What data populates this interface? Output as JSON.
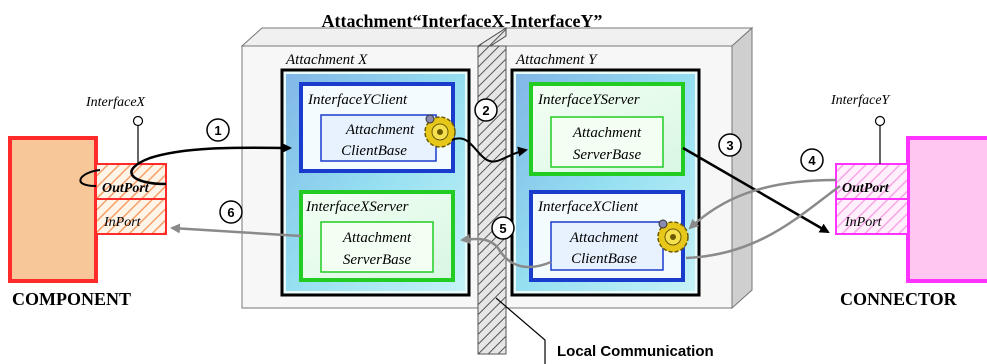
{
  "title": "Attachment“InterfaceX-InterfaceY”",
  "component_label": "COMPONENT",
  "connector_label": "CONNECTOR",
  "attachment_x_label": "Attachment X",
  "attachment_y_label": "Attachment Y",
  "interface_x_label": "InterfaceX",
  "interface_y_label": "InterfaceY",
  "component_ports": {
    "out": "OutPort",
    "in": "InPort"
  },
  "connector_ports": {
    "out": "OutPort",
    "in": "InPort"
  },
  "x_top_box": {
    "title": "InterfaceYClient",
    "inner_line1": "Attachment",
    "inner_line2": "ClientBase"
  },
  "x_bottom_box": {
    "title": "InterfaceXServer",
    "inner_line1": "Attachment",
    "inner_line2": "ServerBase"
  },
  "y_top_box": {
    "title": "InterfaceYServer",
    "inner_line1": "Attachment",
    "inner_line2": "ServerBase"
  },
  "y_bottom_box": {
    "title": "InterfaceXClient",
    "inner_line1": "Attachment",
    "inner_line2": "ClientBase"
  },
  "step_labels": [
    "1",
    "2",
    "3",
    "4",
    "5",
    "6"
  ],
  "local_comm_label": "Local Communication",
  "colors": {
    "component_fill": "#f7c79a",
    "component_stroke": "#ff2a2a",
    "connector_fill": "#ffc6f2",
    "connector_stroke": "#ff33ff",
    "panel_fill": "#eafbfc",
    "client_stroke": "#1a3ccc",
    "server_stroke": "#22cc22"
  }
}
